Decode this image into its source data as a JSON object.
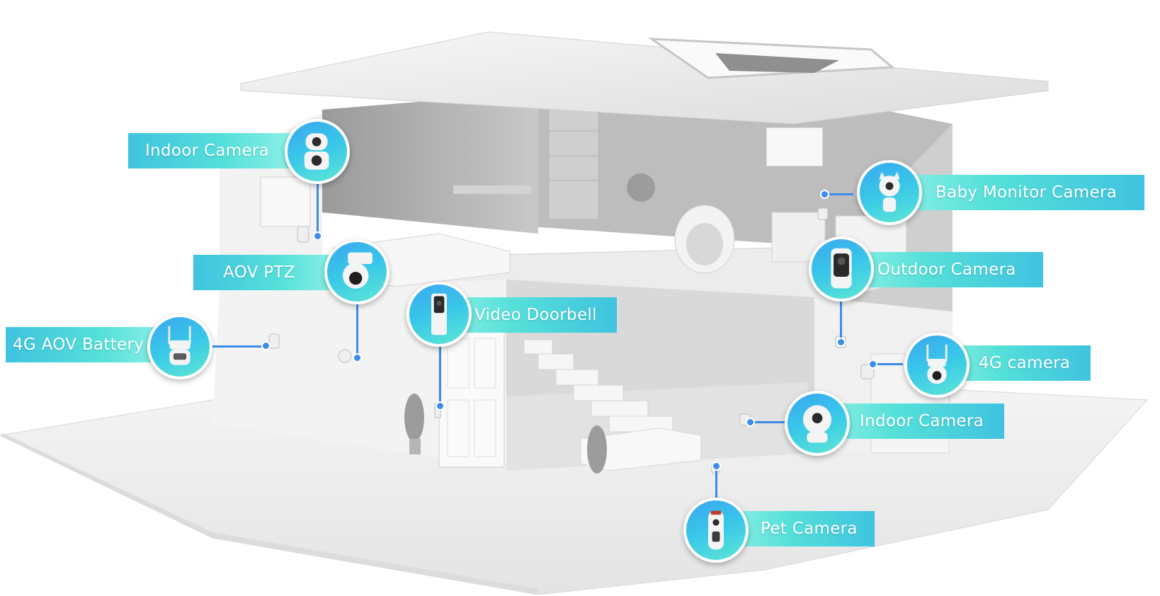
{
  "colors": {
    "accent": "#3b8de8",
    "label_gradient_start": "#3fc3e0",
    "label_gradient_end": "#8df0e6",
    "label_text": "#ffffff"
  },
  "callouts": [
    {
      "id": "indoor-camera-top",
      "label": "Indoor Camera",
      "icon": "dual-lens-camera-icon"
    },
    {
      "id": "aov-ptz",
      "label": "AOV PTZ",
      "icon": "ptz-camera-icon"
    },
    {
      "id": "4g-aov-battery",
      "label": "4G AOV Battery",
      "icon": "antenna-ptz-camera-icon"
    },
    {
      "id": "video-doorbell",
      "label": "Video Doorbell",
      "icon": "doorbell-icon"
    },
    {
      "id": "baby-monitor-camera",
      "label": "Baby Monitor Camera",
      "icon": "cat-ear-camera-icon"
    },
    {
      "id": "outdoor-camera",
      "label": "Outdoor Camera",
      "icon": "battery-camera-icon"
    },
    {
      "id": "4g-camera",
      "label": "4G camera",
      "icon": "antenna-camera-icon"
    },
    {
      "id": "indoor-camera-bottom",
      "label": "Indoor Camera",
      "icon": "pan-tilt-camera-icon"
    },
    {
      "id": "pet-camera",
      "label": "Pet Camera",
      "icon": "treat-camera-icon"
    }
  ]
}
